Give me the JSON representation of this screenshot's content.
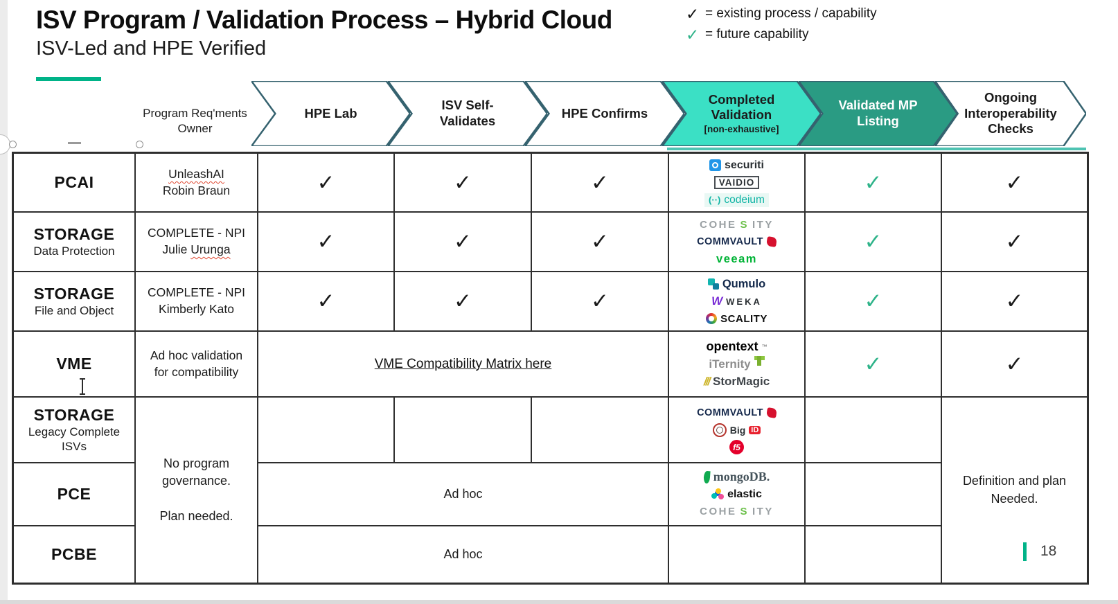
{
  "slide": {
    "title": "ISV Program / Validation Process – Hybrid Cloud",
    "subtitle": "ISV-Led and HPE Verified",
    "page_number": "18",
    "accent_color": "#00B388"
  },
  "legend": {
    "items": [
      {
        "glyph": "✓",
        "color": "#1a1a1a",
        "label": "= existing process / capability"
      },
      {
        "glyph": "✓",
        "color": "#2EB389",
        "label": "= future capability"
      }
    ]
  },
  "glyphs": {
    "check": "✓"
  },
  "header": {
    "owner_col_label": "Program Req'ments Owner",
    "outline_color": "#35626F",
    "stages": [
      {
        "label": "HPE Lab",
        "fill": "#ffffff"
      },
      {
        "label": "ISV Self-Validates",
        "fill": "#ffffff"
      },
      {
        "label": "HPE Confirms",
        "fill": "#ffffff"
      },
      {
        "label": "Completed Validation",
        "sublabel": "[non-exhaustive]",
        "fill": "#3BE0C5"
      },
      {
        "label": "Validated MP Listing",
        "fill": "#2A9B83"
      },
      {
        "label": "Ongoing Interoperability Checks",
        "fill": "#ffffff"
      }
    ]
  },
  "rows": {
    "pcai": {
      "category": "PCAI",
      "owner1": "UnleashAI",
      "owner2": "Robin Braun"
    },
    "storage_dp": {
      "category": "STORAGE",
      "sub": "Data Protection",
      "owner1": "COMPLETE - NPI",
      "owner2a": "Julie ",
      "owner2b": "Urunga"
    },
    "storage_fo": {
      "category": "STORAGE",
      "sub": "File and Object",
      "owner1": "COMPLETE - NPI",
      "owner2": "Kimberly Kato"
    },
    "vme": {
      "category": "VME",
      "owner1": "Ad hoc validation",
      "owner2": "for compatibility",
      "link": "VME Compatibility Matrix here"
    },
    "storage_legacy": {
      "category": "STORAGE",
      "sub1": "Legacy Complete",
      "sub2": "ISVs"
    },
    "pce": {
      "category": "PCE",
      "adhoc": "Ad hoc"
    },
    "pcbe": {
      "category": "PCBE",
      "adhoc": "Ad hoc"
    }
  },
  "merged": {
    "no_governance_1": "No program governance.",
    "no_governance_2": "Plan needed.",
    "definition_1": "Definition and plan",
    "definition_2": "Needed."
  },
  "logos": {
    "securiti": {
      "text": "securiti"
    },
    "vaidio": {
      "text": "VAIDIO"
    },
    "codeium": {
      "icon": "(··)",
      "text": "codeium"
    },
    "cohesity": {
      "pre": "COHE",
      "s": "S",
      "post": "ITY"
    },
    "commvault": {
      "text": "COMMVAULT"
    },
    "veeam": {
      "text": "veeam"
    },
    "qumulo": {
      "text": "Qumulo"
    },
    "weka": {
      "icon": "W",
      "text": "WEKA"
    },
    "scality": {
      "text": "SCALITY"
    },
    "opentext": {
      "text": "opentext",
      "tm": "™"
    },
    "iternity": {
      "text": "iTernity"
    },
    "stormagic": {
      "icon": "///",
      "text": "StorMagic"
    },
    "bigid": {
      "big": "Big",
      "id": "ID"
    },
    "f5": {
      "text": "f5"
    },
    "mongodb": {
      "text": "mongoDB."
    },
    "elastic": {
      "text": "elastic"
    }
  }
}
